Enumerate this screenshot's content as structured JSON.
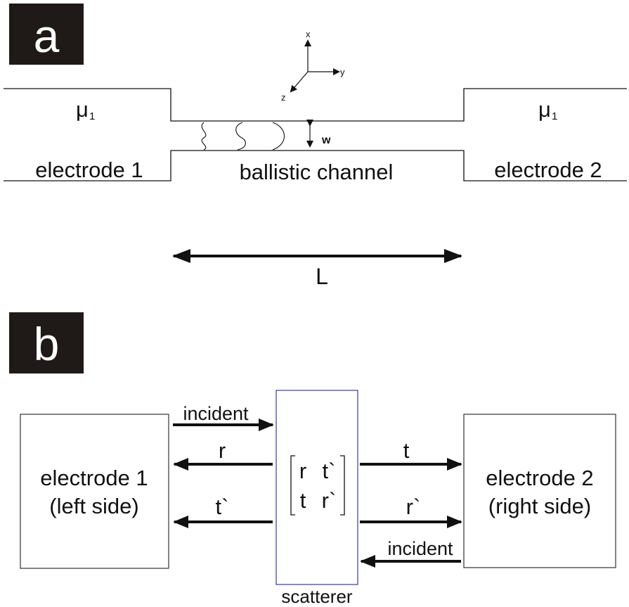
{
  "panel_a": {
    "letter": "a",
    "axes": {
      "x": "x",
      "y": "y",
      "z": "z"
    },
    "mu_left": "μ",
    "mu_left_sub": "1",
    "mu_right": "μ",
    "mu_right_sub": "1",
    "width_label": "w",
    "electrode_left": "electrode 1",
    "channel": "ballistic channel",
    "electrode_right": "electrode 2",
    "length_label": "L"
  },
  "panel_b": {
    "letter": "b",
    "left_box_line1": "electrode 1",
    "left_box_line2": "(left side)",
    "right_box_line1": "electrode 2",
    "right_box_line2": "(right side)",
    "incident_left": "incident",
    "incident_right": "incident",
    "r": "r",
    "t_prime_left": "t`",
    "t": "t",
    "r_prime_right": "r`",
    "matrix": {
      "r11": "r",
      "r12": "t`",
      "r21": "t",
      "r22": "r`"
    },
    "scatterer": "scatterer"
  },
  "colors": {
    "line": "#111111",
    "label_box": "#1f1a17",
    "scatterer_border": "#3a3aa0"
  }
}
